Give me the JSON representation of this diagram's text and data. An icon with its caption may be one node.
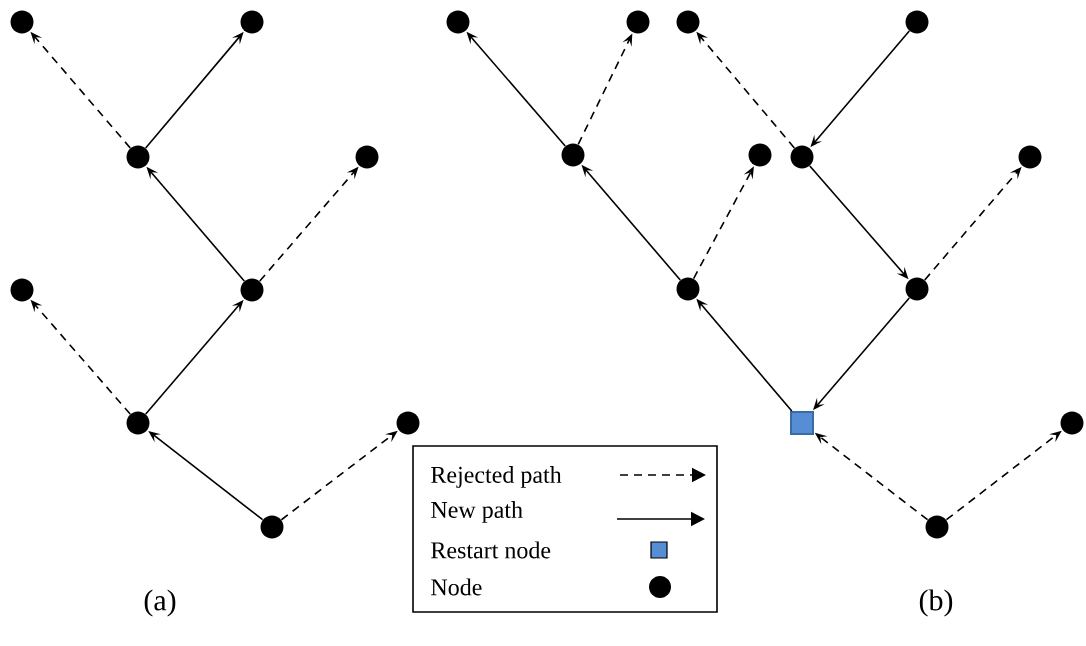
{
  "diagram": {
    "nodes": [
      {
        "text": [],
        "shape": "circle"
      },
      {
        "text": [],
        "shape": "circle"
      },
      {
        "text": [],
        "shape": "circle"
      },
      {
        "text": [],
        "shape": "circle"
      },
      {
        "text": [],
        "shape": "circle"
      },
      {
        "text": [],
        "shape": "circle"
      },
      {
        "text": [],
        "shape": "circle"
      },
      {
        "text": [],
        "shape": "circle"
      },
      {
        "text": [],
        "shape": "circle"
      },
      {
        "text": [],
        "shape": "circle"
      },
      {
        "text": [],
        "shape": "circle"
      },
      {
        "text": [],
        "shape": "circle"
      },
      {
        "text": [],
        "shape": "circle"
      },
      {
        "text": [],
        "shape": "circle"
      },
      {
        "text": [],
        "shape": "circle"
      },
      {
        "text": [],
        "shape": "circle"
      },
      {
        "text": [],
        "shape": "circle"
      },
      {
        "text": [],
        "shape": "circle"
      },
      {
        "text": [],
        "shape": "circle"
      },
      {
        "text": [],
        "shape": "box"
      },
      {
        "text": [],
        "shape": "circle"
      },
      {
        "text": [],
        "shape": "circle"
      }
    ],
    "edges": [
      {
        "from": 8,
        "to": 6,
        "arrow": "to"
      },
      {
        "from": 8,
        "to": 7,
        "arrow": "to",
        "style": "dashed"
      },
      {
        "from": 6,
        "to": 4,
        "arrow": "to",
        "style": "dashed"
      },
      {
        "from": 6,
        "to": 5,
        "arrow": "to"
      },
      {
        "from": 5,
        "to": 2,
        "arrow": "to"
      },
      {
        "from": 5,
        "to": 3,
        "arrow": "to",
        "style": "dashed"
      },
      {
        "from": 2,
        "to": 0,
        "arrow": "to",
        "style": "dashed"
      },
      {
        "from": 2,
        "to": 1,
        "arrow": "to"
      },
      {
        "from": 21,
        "to": 19,
        "arrow": "to",
        "style": "dashed"
      },
      {
        "from": 21,
        "to": 20,
        "arrow": "to",
        "style": "dashed"
      },
      {
        "from": 19,
        "to": 17,
        "arrow": "to"
      },
      {
        "from": 18,
        "to": 19,
        "arrow": "to"
      },
      {
        "from": 17,
        "to": 13,
        "arrow": "to"
      },
      {
        "from": 17,
        "to": 14,
        "arrow": "to",
        "style": "dashed"
      },
      {
        "from": 13,
        "to": 9,
        "arrow": "to"
      },
      {
        "from": 13,
        "to": 10,
        "arrow": "to",
        "style": "dashed"
      },
      {
        "from": 15,
        "to": 18,
        "arrow": "to"
      },
      {
        "from": 18,
        "to": 16,
        "arrow": "to",
        "style": "dashed"
      },
      {
        "from": 15,
        "to": 11,
        "arrow": "to",
        "style": "dashed"
      },
      {
        "from": 12,
        "to": 15,
        "arrow": "to"
      }
    ],
    "labels": [
      "(a)",
      "(b)"
    ],
    "legend": [
      {
        "text": "Rejected path"
      },
      {
        "text": "New path"
      },
      {
        "text": "Restart node",
        "color": "#558ed5"
      },
      {
        "text": "Node"
      }
    ]
  }
}
